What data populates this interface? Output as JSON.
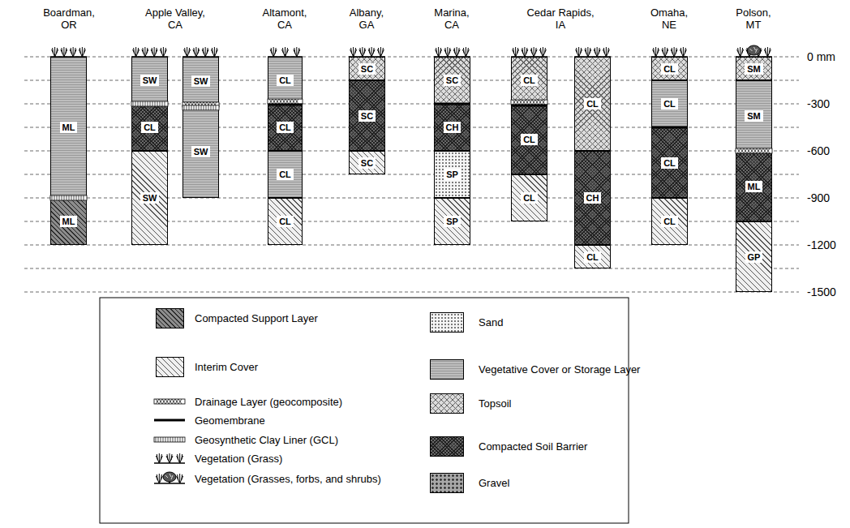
{
  "diagram": {
    "nodes": [
      {
        "text": [
          "ML"
        ]
      },
      {
        "text": [
          "ML"
        ]
      },
      {
        "text": [
          "SW"
        ]
      },
      {
        "text": [
          "CL"
        ]
      },
      {
        "text": [
          "SW"
        ]
      },
      {
        "text": [
          "SW"
        ]
      },
      {
        "text": [
          "SW"
        ]
      },
      {
        "text": [
          "CL"
        ]
      },
      {
        "text": [
          "CL"
        ]
      },
      {
        "text": [
          "CL"
        ]
      },
      {
        "text": [
          "CL"
        ]
      },
      {
        "text": [
          "SC"
        ]
      },
      {
        "text": [
          "SC"
        ]
      },
      {
        "text": [
          "SC"
        ]
      },
      {
        "text": [
          "SC"
        ]
      },
      {
        "text": [
          "CH"
        ]
      },
      {
        "text": [
          "SP"
        ]
      },
      {
        "text": [
          "SP"
        ]
      },
      {
        "text": [
          "CL"
        ]
      },
      {
        "text": [
          "CL"
        ]
      },
      {
        "text": [
          "CL"
        ]
      },
      {
        "text": [
          "CL"
        ]
      },
      {
        "text": [
          "CH"
        ]
      },
      {
        "text": [
          "CL"
        ]
      },
      {
        "text": [
          "CL"
        ]
      },
      {
        "text": [
          "CL"
        ]
      },
      {
        "text": [
          "CL"
        ]
      },
      {
        "text": [
          "CL"
        ]
      },
      {
        "text": [
          "SM"
        ]
      },
      {
        "text": [
          "SM"
        ]
      },
      {
        "text": [
          "ML"
        ]
      },
      {
        "text": [
          "GP"
        ]
      }
    ],
    "labels": [
      "Boardman, OR",
      "Apple Valley, CA",
      "Altamont, CA",
      "Albany, GA",
      "Marina, CA",
      "Cedar Rapids, IA",
      "Omaha, NE",
      "Polson, MT",
      "0 mm",
      "-300",
      "-600",
      "-900",
      "-1200",
      "-1500"
    ],
    "legend": [
      {
        "text": "Compacted Support Layer",
        "color": "#8c8c8c"
      },
      {
        "text": "Interim Cover",
        "color": "#f0f0f0"
      },
      {
        "text": "Drainage Layer (geocomposite)"
      },
      {
        "text": "Geomembrane"
      },
      {
        "text": "Geosynthetic Clay Liner (GCL)"
      },
      {
        "text": "Vegetation (Grass)"
      },
      {
        "text": "Vegetation (Grasses, forbs, and shrubs)"
      },
      {
        "text": "Sand",
        "color": "#f6f6f6"
      },
      {
        "text": "Vegetative Cover or Storage Layer",
        "color": "#bdbdbd"
      },
      {
        "text": "Topsoil",
        "color": "#dcdcdc"
      },
      {
        "text": "Compacted Soil Barrier",
        "color": "#6a6a6a"
      },
      {
        "text": "Gravel",
        "color": "#a8a8a8"
      }
    ]
  }
}
